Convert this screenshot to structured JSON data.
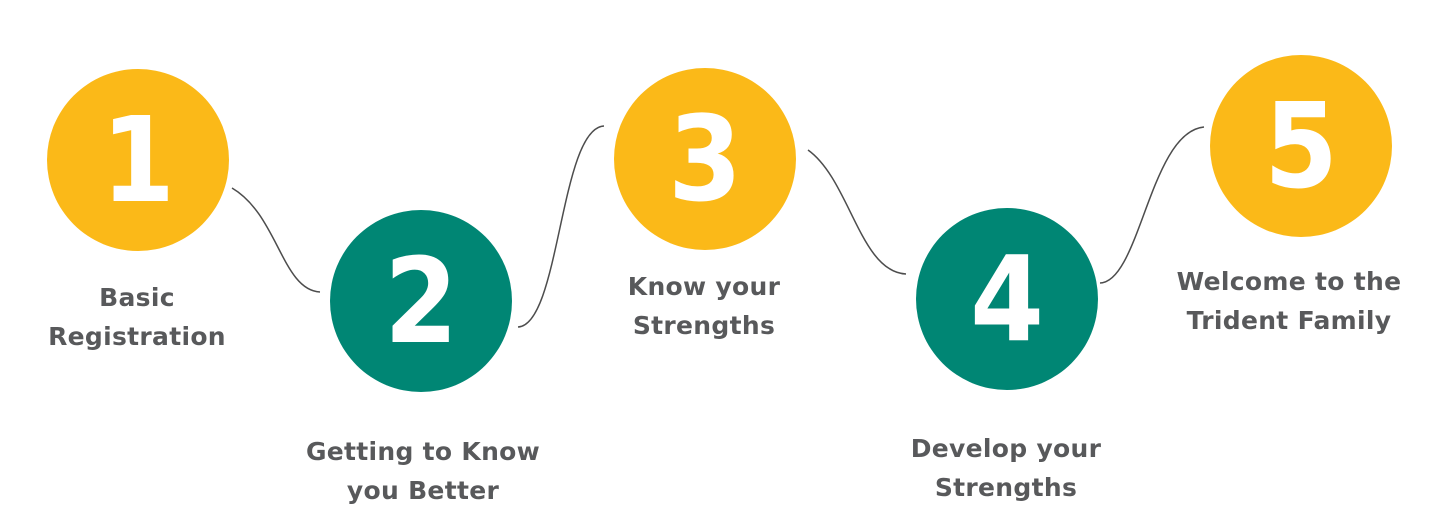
{
  "colors": {
    "yellow": "#fbb918",
    "teal": "#008674",
    "label_text": "#58595b",
    "connector": "#4d4d4d"
  },
  "steps": [
    {
      "number": "1",
      "color": "yellow",
      "label_lines": [
        "Basic",
        "Registration"
      ]
    },
    {
      "number": "2",
      "color": "teal",
      "label_lines": [
        "Getting to Know",
        "you Better"
      ]
    },
    {
      "number": "3",
      "color": "yellow",
      "label_lines": [
        "Know your",
        "Strengths"
      ]
    },
    {
      "number": "4",
      "color": "teal",
      "label_lines": [
        "Develop your",
        "Strengths"
      ]
    },
    {
      "number": "5",
      "color": "yellow",
      "label_lines": [
        "Welcome to the",
        "Trident Family"
      ]
    }
  ]
}
